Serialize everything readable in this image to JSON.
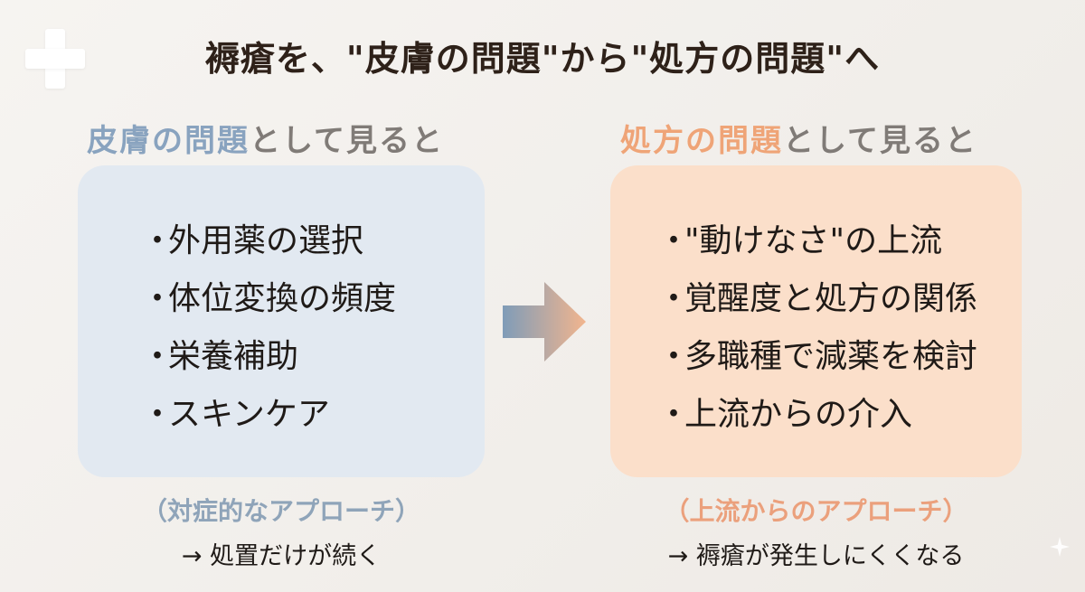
{
  "title": "褥瘡を、\"皮膚の問題\"から\"処方の問題\"へ",
  "left": {
    "heading_highlight": "皮膚の問題",
    "heading_rest": "として見ると",
    "items": [
      "外用薬の選択",
      "体位変換の頻度",
      "栄養補助",
      "スキンケア"
    ],
    "subcaption": "（対症的なアプローチ）",
    "result": "→ 処置だけが続く"
  },
  "right": {
    "heading_highlight": "処方の問題",
    "heading_rest": "として見ると",
    "items": [
      "\"動けなさ\"の上流",
      "覚醒度と処方の関係",
      "多職種で減薬を検討",
      "上流からの介入"
    ],
    "subcaption": "（上流からのアプローチ）",
    "result": "→ 褥瘡が発生しにくくなる"
  },
  "bullet": "・",
  "icons": {
    "corner": "plus-icon",
    "transition": "arrow-right-icon",
    "watermark": "sparkle-icon"
  },
  "colors": {
    "left_accent": "#89a3bf",
    "right_accent": "#efa477",
    "left_card": "#e2e9f1",
    "right_card": "#fbdfca"
  }
}
